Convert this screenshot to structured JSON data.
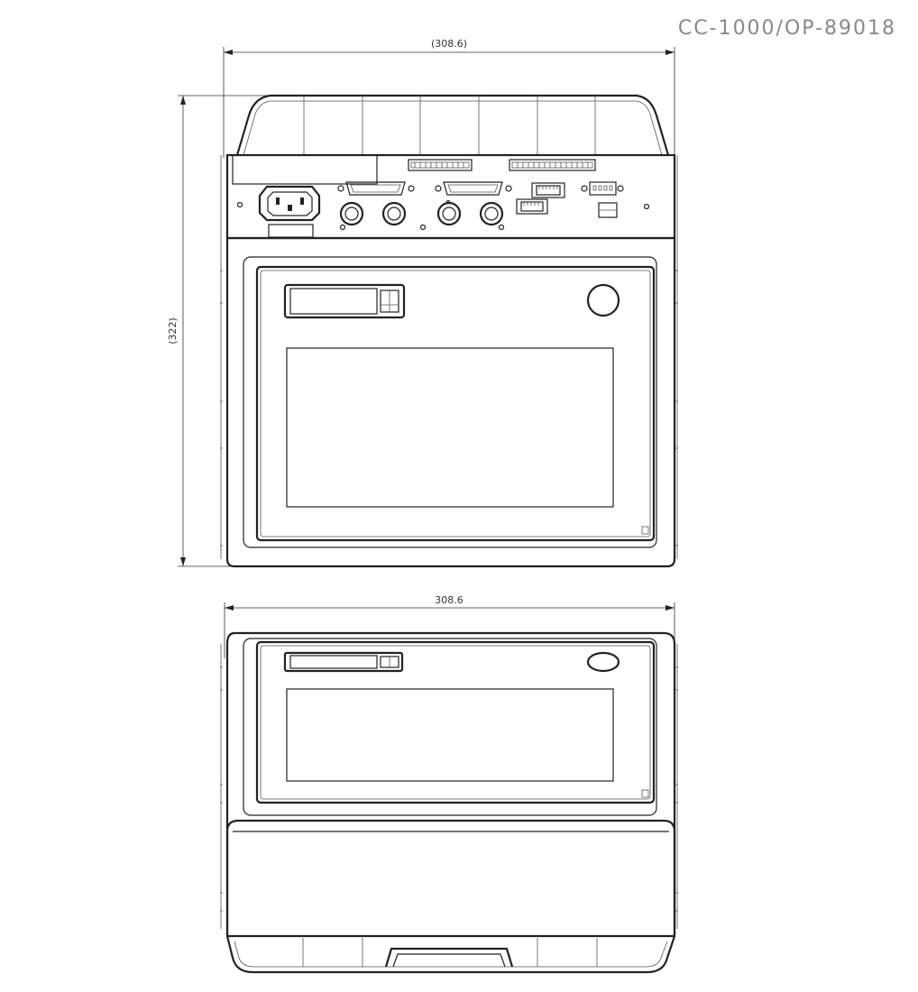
{
  "drawing": {
    "model_number": "CC-1000/OP-89018"
  },
  "dimensions": {
    "top_view_width": "(308.6)",
    "top_view_height": "(322)",
    "front_view_width": "308.6"
  }
}
